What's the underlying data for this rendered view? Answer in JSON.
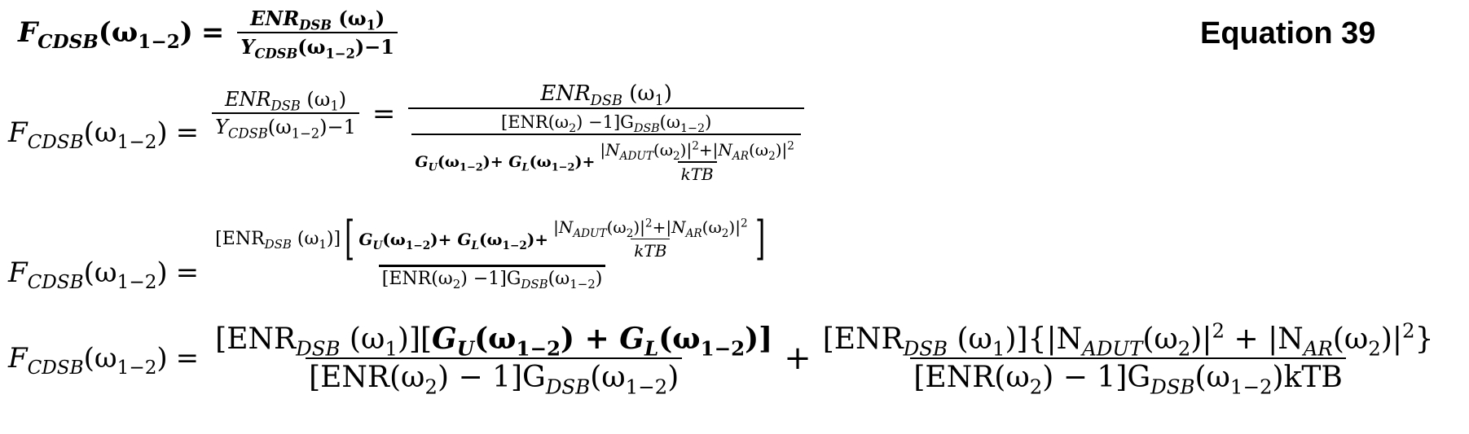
{
  "equation_label": "Equation 39",
  "rows": [
    {
      "lhs": {
        "base": "F",
        "sub": "CDSB",
        "arg": "(ω",
        "arg_sub": "1−2",
        "close": ")"
      },
      "equals": "=",
      "rhs": {
        "num": "ENR_DSB (ω1)",
        "num_base": "ENR",
        "num_sub": "DSB",
        "num_arg": " (ω",
        "num_arg_sub": "1",
        "num_close": ")",
        "den_base": "Y",
        "den_sub": "CDSB",
        "den_arg": "(ω",
        "den_arg_sub": "1−2",
        "den_close": ")−1"
      },
      "style": "bold"
    },
    {
      "lhs": {
        "base": "F",
        "sub": "CDSB",
        "arg": "(ω",
        "arg_sub": "1−2",
        "close": ")"
      },
      "equals": "=",
      "rhs1": {
        "num_base": "ENR",
        "num_sub": "DSB",
        "num_arg": " (ω",
        "num_arg_sub": "1",
        "num_close": ")",
        "den_base": "Y",
        "den_sub": "CDSB",
        "den_arg": "(ω",
        "den_arg_sub": "1−2",
        "den_close": ")−1"
      },
      "equals2": "=",
      "rhs2": {
        "num_base": "ENR",
        "num_sub": "DSB",
        "num_arg": " (ω",
        "num_arg_sub": "1",
        "num_close": ")",
        "mid": "[ENR(ω2) −1]G_DSB(ω1−2)",
        "mid_a": "[ENR(ω",
        "mid_a_sub": "2",
        "mid_b": ") −1]G",
        "mid_b_sub": "DSB",
        "mid_c": "(ω",
        "mid_c_sub": "1−2",
        "mid_d": ")",
        "gu": "G",
        "gu_sub": "U",
        "gu_arg": "(ω",
        "gu_arg_sub": "1−2",
        "gu_close": ")+ ",
        "gl": "G",
        "gl_sub": "L",
        "gl_arg": "(ω",
        "gl_arg_sub": "1−2",
        "gl_close": ")+",
        "noise_num": "|N_ADUT(ω2)|² + |N_AR(ω2)|²",
        "noise_a": "|N",
        "noise_a_sub": "ADUT",
        "noise_a_arg": "(ω",
        "noise_a_arg_sub": "2",
        "noise_a_close": ")|",
        "sq": "2",
        "plus": "+",
        "noise_b": "|N",
        "noise_b_sub": "AR",
        "noise_b_arg": "(ω",
        "noise_b_arg_sub": "2",
        "noise_b_close": ")|",
        "noise_den": "kTB"
      }
    },
    {
      "lhs": {
        "base": "F",
        "sub": "CDSB",
        "arg": "(ω",
        "arg_sub": "1−2",
        "close": ")"
      },
      "equals": "=",
      "num_pre": "[ENR",
      "num_pre_sub": "DSB",
      "num_pre_arg": " (ω",
      "num_pre_arg_sub": "1",
      "num_pre_close": ")]",
      "lbr": "[",
      "rbr": "]",
      "den_a": "[ENR(ω",
      "den_a_sub": "2",
      "den_b": ") −1]G",
      "den_b_sub": "DSB",
      "den_c": "(ω",
      "den_c_sub": "1−2",
      "den_d": ")"
    },
    {
      "lhs": {
        "base": "F",
        "sub": "CDSB",
        "arg": "(ω",
        "arg_sub": "1−2",
        "close": ")"
      },
      "equals": "=",
      "term1": {
        "num_a": "[ENR",
        "num_a_sub": "DSB",
        "num_a_arg": " (ω",
        "num_a_arg_sub": "1",
        "num_a_close": ")][",
        "gu": "G",
        "gu_sub": "U",
        "gu_arg": "(ω",
        "gu_arg_sub": "1−2",
        "gu_close": ") +  ",
        "gl": "G",
        "gl_sub": "L",
        "gl_arg": "(ω",
        "gl_arg_sub": "1−2",
        "gl_close": ")]",
        "den_a": "[ENR(ω",
        "den_a_sub": "2",
        "den_b": ")  − 1]G",
        "den_b_sub": "DSB",
        "den_c": "(ω",
        "den_c_sub": "1−2",
        "den_d": ")"
      },
      "plus": "+",
      "term2": {
        "num_a": "[ENR",
        "num_a_sub": "DSB",
        "num_a_arg": " (ω",
        "num_a_arg_sub": "1",
        "num_a_close": ")]{|N",
        "n1_sub": "ADUT",
        "n1_arg": "(ω",
        "n1_arg_sub": "2",
        "n1_close": ")|",
        "sq": "2",
        "mid": " + |N",
        "n2_sub": "AR",
        "n2_arg": "(ω",
        "n2_arg_sub": "2",
        "n2_close": ")|",
        "end": "}",
        "den_a": "[ENR(ω",
        "den_a_sub": "2",
        "den_b": ")  − 1]G",
        "den_b_sub": "DSB",
        "den_c": "(ω",
        "den_c_sub": "1−2",
        "den_d": ")kTB"
      }
    }
  ]
}
